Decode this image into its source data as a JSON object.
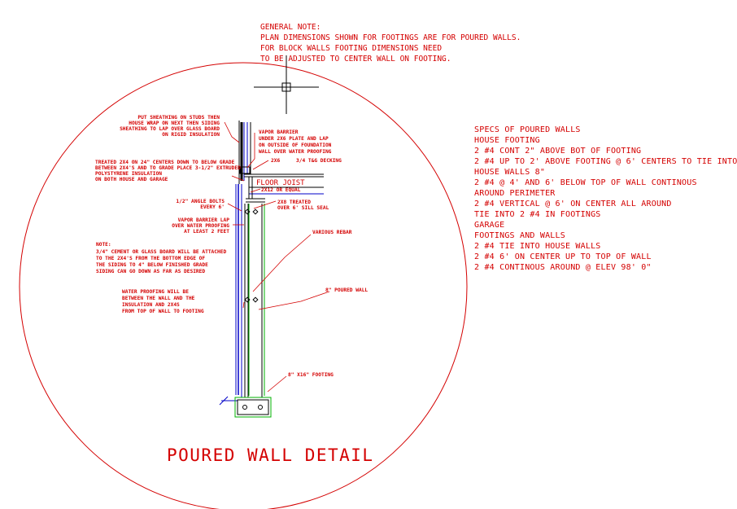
{
  "general_note": [
    "GENERAL NOTE:",
    "PLAN DIMENSIONS SHOWN FOR FOOTINGS ARE FOR POURED WALLS.",
    "FOR BLOCK WALLS FOOTING DIMENSIONS NEED",
    "TO BE ADJUSTED TO CENTER WALL ON FOOTING."
  ],
  "specs": [
    "SPECS OF POURED WALLS",
    "HOUSE FOOTING",
    "2 #4 CONT 2\" ABOVE BOT OF FOOTING",
    "2 #4 UP TO 2' ABOVE FOOTING @ 6' CENTERS TO TIE INTO WALL",
    "HOUSE WALLS 8\"",
    "2 #4 @ 4' AND 6' BELOW TOP OF WALL CONTINOUS",
    "AROUND PERIMETER",
    "2 #4 VERTICAL @ 6' ON CENTER ALL AROUND",
    "TIE INTO 2 #4 IN FOOTINGS",
    "GARAGE",
    "FOOTINGS AND WALLS",
    "2 #4 TIE INTO HOUSE WALLS",
    "2 #4 6' ON CENTER UP TO TOP OF WALL",
    "2 #4 CONTINOUS AROUND @ ELEV 98' 0\""
  ],
  "title": "POURED WALL DETAIL",
  "callouts": {
    "sheathing": [
      "PUT SHEATHING ON STUDS THEN",
      "HOUSE WRAP ON NEXT THEN SIDING",
      "SHEATHING TO LAP OVER GLASS BOARD",
      "ON RIGID INSULATION"
    ],
    "vapor_barrier": [
      "VAPOR BARRIER",
      "UNDER 2X6 PLATE AND LAP",
      "ON OUTSIDE OF FOUNDATION",
      "WALL OVER WATER PROOFING"
    ],
    "treated": [
      "TREATED 2X4 ON 24\" CENTERS DOWN TO BELOW GRADE",
      "BETWEEN 2X4'S AND TO GRADE PLACE 3-1/2\" EXTRUDED",
      "POLYSTYRENE INSULATION",
      "ON BOTH HOUSE AND GARAGE"
    ],
    "plate_2x6": "2X6",
    "decking": "3/4 T&G DECKING",
    "floor_joist": "FLOOR JOIST",
    "rim": "2X12 OR EQUAL",
    "sill": [
      "2X8 TREATED",
      "OVER 6' SILL SEAL"
    ],
    "anchor_bolts": [
      "1/2\" ANGLE BOLTS",
      "EVERY 6'"
    ],
    "vapor_lap": [
      "VAPOR BARRIER LAP",
      "OVER WATER PROOFING",
      "AT LEAST 2 FEET"
    ],
    "rebar": "VARIOUS REBAR",
    "note": [
      "NOTE:",
      "3/4\" CEMENT OR GLASS BOARD WILL BE ATTACHED",
      "TO THE 2X4'S FROM THE BOTTOM EDGE OF",
      "THE SIDING TO 4\" BELOW FINISHED GRADE",
      "SIDING CAN GO DOWN AS FAR AS DESIRED"
    ],
    "waterproofing": [
      "WATER PROOFING WILL BE",
      "BETWEEN THE WALL AND THE",
      "INSULATION AND 2X4S",
      "FROM TOP OF WALL TO FOOTING"
    ],
    "poured_wall": "8\" POURED WALL",
    "footing": "8\" X16\" FOOTING"
  },
  "colors": {
    "text": "#d40000",
    "wall": "#0000c8",
    "footing": "#00b000",
    "linework": "#000000",
    "circle": "#d40000"
  }
}
